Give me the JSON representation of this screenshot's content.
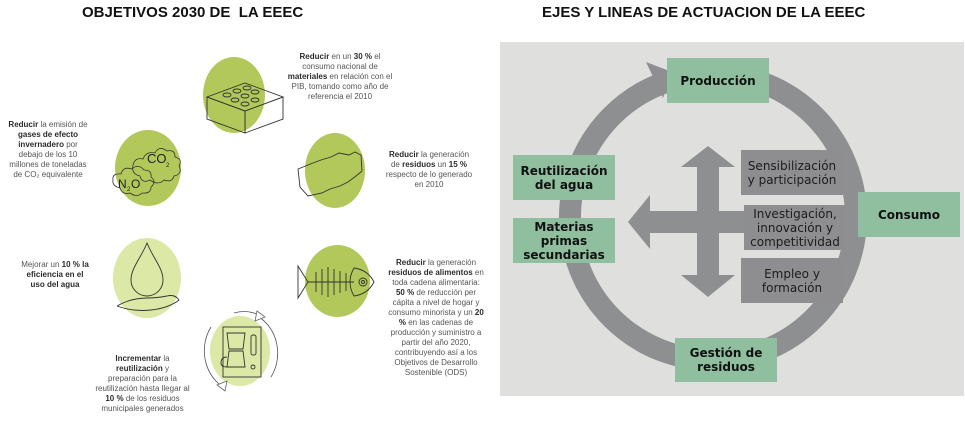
{
  "left": {
    "title": "OBJETIVOS 2030 DE  LA EEEC",
    "objectives": [
      {
        "id": "materiales",
        "icon": "brick-icon",
        "segments": [
          {
            "t": "Reducir",
            "b": true
          },
          {
            "t": " en un ",
            "b": false
          },
          {
            "t": "30 %",
            "b": true
          },
          {
            "t": " el consumo nacional de ",
            "b": false
          },
          {
            "t": "materiales",
            "b": true
          },
          {
            "t": " en relación con el PIB, tomando como año de referencia el 2010",
            "b": false
          }
        ]
      },
      {
        "id": "gases",
        "icon": "co2-n2o-clouds-icon",
        "segments": [
          {
            "t": "Reducir",
            "b": true
          },
          {
            "t": " la emisión de ",
            "b": false
          },
          {
            "t": "gases de efecto invernadero",
            "b": true
          },
          {
            "t": " por debajo de los 10 millones de toneladas de CO₂ equivalente",
            "b": false
          }
        ]
      },
      {
        "id": "residuos",
        "icon": "bottle-icon",
        "segments": [
          {
            "t": "Reducir",
            "b": true
          },
          {
            "t": " la generación de ",
            "b": false
          },
          {
            "t": "residuos",
            "b": true
          },
          {
            "t": " un ",
            "b": false
          },
          {
            "t": "15 %",
            "b": true
          },
          {
            "t": " respecto de lo generado en 2010",
            "b": false
          }
        ]
      },
      {
        "id": "agua",
        "icon": "water-drop-hand-icon",
        "segments": [
          {
            "t": "Mejorar un ",
            "b": false
          },
          {
            "t": "10 % la eficiencia en el uso del agua",
            "b": true
          }
        ]
      },
      {
        "id": "alimentos",
        "icon": "fish-bone-icon",
        "segments": [
          {
            "t": "Reducir",
            "b": true
          },
          {
            "t": " la generación ",
            "b": false
          },
          {
            "t": "residuos de alimentos",
            "b": true
          },
          {
            "t": " en toda cadena alimentaria: ",
            "b": false
          },
          {
            "t": "50 %",
            "b": true
          },
          {
            "t": " de reducción per cápita a nivel de hogar y consumo minorista y un ",
            "b": false
          },
          {
            "t": "20 %",
            "b": true
          },
          {
            "t": " en las cadenas de producción y suministro a partir del año 2020, contribuyendo así a los Objetivos de Desarrollo Sostenible (ODS)",
            "b": false
          }
        ]
      },
      {
        "id": "reutilizacion",
        "icon": "coffee-maker-recycle-icon",
        "segments": [
          {
            "t": "Incrementar",
            "b": true
          },
          {
            "t": " la ",
            "b": false
          },
          {
            "t": "reutilización",
            "b": true
          },
          {
            "t": " y preparación para la reutilización hasta llegar al ",
            "b": false
          },
          {
            "t": "10 %",
            "b": true
          },
          {
            "t": " de los residuos municipales generados",
            "b": false
          }
        ]
      }
    ],
    "icon_labels": {
      "co2": "CO",
      "co2_sub": "2",
      "n2o_n": "N",
      "n2o_sub": "2",
      "n2o_o": "O"
    }
  },
  "right": {
    "title": "EJES Y LINEAS DE ACTUACION DE LA EEEC",
    "cycle_stages": {
      "produccion": "Producción",
      "consumo": "Consumo",
      "gestion_residuos": "Gestión de\nresiduos",
      "materias_primas": "Materias\nprimas\nsecundarias",
      "reutilizacion_agua": "Reutilización\ndel agua"
    },
    "action_lines": [
      "Sensibilización\ny participación",
      "Investigación,\ninnovación y\ncompetitividad",
      "Empleo y\nformación"
    ]
  },
  "colors": {
    "stage_green": "#8fbf9f",
    "action_gray": "#8e8e90",
    "ring_gray": "#8e8f91",
    "panel_bg": "#dfe0de",
    "blob_green": "#b2c85a",
    "blob_light_green": "#dbe8a6"
  }
}
